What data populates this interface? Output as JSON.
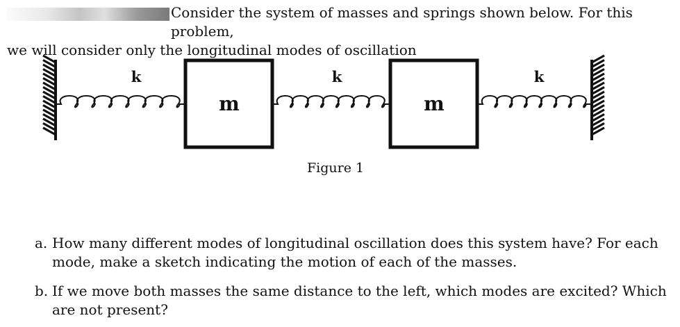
{
  "intro": {
    "line1": "Consider the system of masses and springs shown below. For this problem,",
    "line2": "we will consider only the longitudinal modes of oscillation"
  },
  "figure": {
    "spring_labels": [
      "k",
      "k",
      "k"
    ],
    "mass_labels": [
      "m",
      "m"
    ],
    "caption": "Figure 1"
  },
  "questions": [
    {
      "label": "a.",
      "text": "How many different modes of longitudinal oscillation does this system have? For each mode, make a sketch indicating the motion of each of the masses."
    },
    {
      "label": "b.",
      "text": "If we move both masses the same distance to the left, which modes are excited? Which are not present?"
    }
  ]
}
